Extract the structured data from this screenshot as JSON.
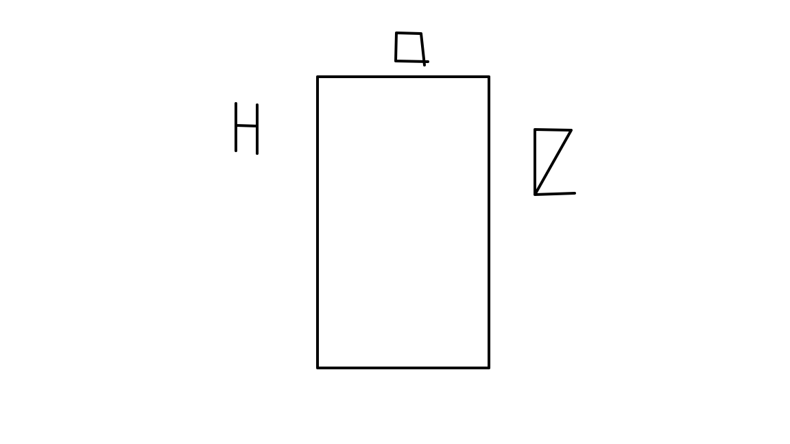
{
  "diagram": {
    "background_color": "#ffffff",
    "stroke_color": "#000000",
    "shapes": [
      {
        "name": "main-rectangle",
        "kind": "rectangle"
      },
      {
        "name": "top-handwritten-shape",
        "kind": "hand-drawn trapezoid glyph"
      },
      {
        "name": "left-handwritten-shape",
        "kind": "hand-drawn H glyph"
      },
      {
        "name": "right-handwritten-shape",
        "kind": "hand-drawn Z-like triangle glyph"
      }
    ]
  }
}
